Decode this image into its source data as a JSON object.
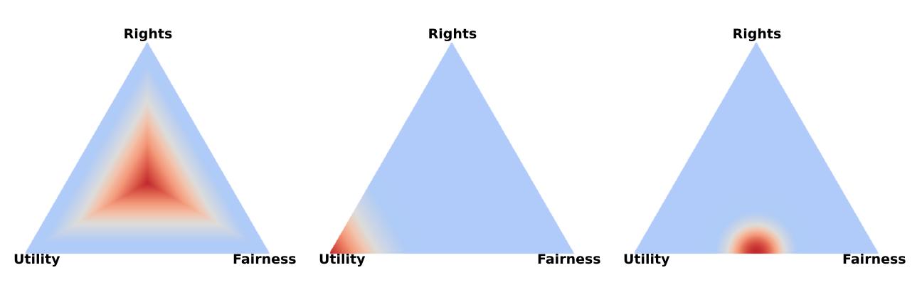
{
  "chart_data": [
    {
      "type": "heatmap",
      "subtype": "ternary",
      "vertices": {
        "top": "Rights",
        "left": "Utility",
        "right": "Fairness"
      },
      "peak": {
        "Utility": 0.333,
        "Fairness": 0.333,
        "Rights": 0.333
      },
      "peak_value": 1.0,
      "colormap": "coolwarm",
      "low_color": "#aecbfa",
      "high_color": "#c0282d"
    },
    {
      "type": "heatmap",
      "subtype": "ternary",
      "vertices": {
        "top": "Rights",
        "left": "Utility",
        "right": "Fairness"
      },
      "peak": {
        "Utility": 1.0,
        "Fairness": 0.0,
        "Rights": 0.0
      },
      "peak_value": 1.0,
      "colormap": "coolwarm",
      "low_color": "#aecbfa",
      "high_color": "#c0282d"
    },
    {
      "type": "heatmap",
      "subtype": "ternary",
      "vertices": {
        "top": "Rights",
        "left": "Utility",
        "right": "Fairness"
      },
      "peak": {
        "Utility": 0.5,
        "Fairness": 0.5,
        "Rights": 0.0
      },
      "peak_value": 1.0,
      "colormap": "coolwarm",
      "low_color": "#aecbfa",
      "high_color": "#c0282d"
    }
  ]
}
